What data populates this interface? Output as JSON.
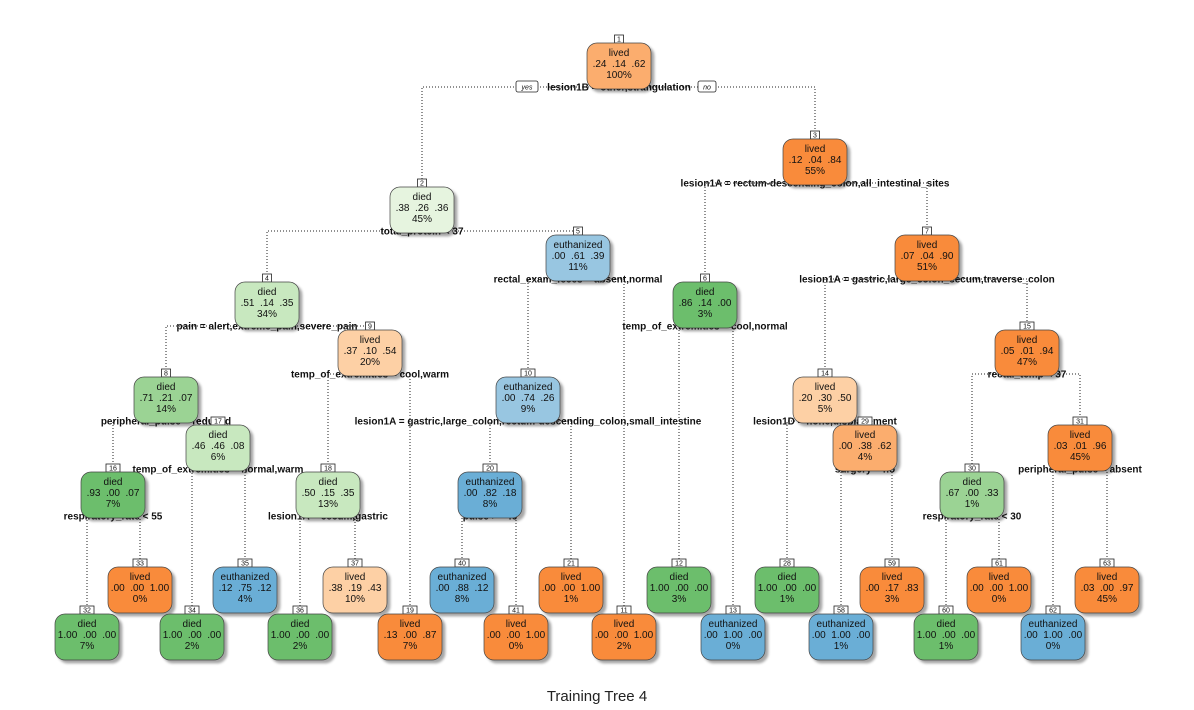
{
  "caption": "Training Tree 4",
  "branch_labels": {
    "yes": "yes",
    "no": "no"
  },
  "colors": {
    "lived_dark": "#f98b3a",
    "lived_mid": "#fbad6e",
    "lived_light": "#fdd0a5",
    "died_dark": "#6cbe6c",
    "died_mid": "#9bd394",
    "died_light": "#c8e8bf",
    "died_pale": "#e6f4df",
    "euth_dark": "#6aaed6",
    "euth_mid": "#98c6e1",
    "euth_light": "#c1dbee"
  },
  "nodes": [
    {
      "id": "1",
      "cls": "lived",
      "probs": ".24  .14  .62",
      "pct": "100%",
      "split": "lesion1B = other,strangulation",
      "fill": "lived_mid"
    },
    {
      "id": "2",
      "cls": "died",
      "probs": ".38  .26  .36",
      "pct": "45%",
      "split": "total_protein < 37",
      "fill": "died_pale"
    },
    {
      "id": "3",
      "cls": "lived",
      "probs": ".12  .04  .84",
      "pct": "55%",
      "split": "lesion1A = rectum-descending_colon,all_intestinal_sites",
      "fill": "lived_dark"
    },
    {
      "id": "4",
      "cls": "died",
      "probs": ".51  .14  .35",
      "pct": "34%",
      "split": "pain = alert,extreme_pain,severe_pain",
      "fill": "died_light"
    },
    {
      "id": "5",
      "cls": "euthanized",
      "probs": ".00  .61  .39",
      "pct": "11%",
      "split": "rectal_exam_feces = absent,normal",
      "fill": "euth_mid"
    },
    {
      "id": "6",
      "cls": "died",
      "probs": ".86  .14  .00",
      "pct": "3%",
      "split": "temp_of_extremities = cool,normal",
      "fill": "died_dark"
    },
    {
      "id": "7",
      "cls": "lived",
      "probs": ".07  .04  .90",
      "pct": "51%",
      "split": "lesion1A = gastric,large_colon_cecum,traverse_colon",
      "fill": "lived_dark"
    },
    {
      "id": "8",
      "cls": "died",
      "probs": ".71  .21  .07",
      "pct": "14%",
      "split": "peripheral_pulse = reduced",
      "fill": "died_mid"
    },
    {
      "id": "9",
      "cls": "lived",
      "probs": ".37  .10  .54",
      "pct": "20%",
      "split": "temp_of_extremities = cool,warm",
      "fill": "lived_light"
    },
    {
      "id": "10",
      "cls": "euthanized",
      "probs": ".00  .74  .26",
      "pct": "9%",
      "split": "lesion1A = gastric,large_colon,rectum-descending_colon,small_intestine",
      "fill": "euth_mid"
    },
    {
      "id": "14",
      "cls": "lived",
      "probs": ".20  .30  .50",
      "pct": "5%",
      "split": "lesion1D = none,displacement",
      "fill": "lived_light"
    },
    {
      "id": "15",
      "cls": "lived",
      "probs": ".05  .01  .94",
      "pct": "47%",
      "split": "rectal_temp < 37",
      "fill": "lived_dark"
    },
    {
      "id": "16",
      "cls": "died",
      "probs": ".93  .00  .07",
      "pct": "7%",
      "split": "respiratory_rate < 55",
      "fill": "died_dark"
    },
    {
      "id": "17",
      "cls": "died",
      "probs": ".46  .46  .08",
      "pct": "6%",
      "split": "temp_of_extremities = normal,warm",
      "fill": "died_light"
    },
    {
      "id": "18",
      "cls": "died",
      "probs": ".50  .15  .35",
      "pct": "13%",
      "split": "lesion1A = cecum,gastric",
      "fill": "died_light"
    },
    {
      "id": "20",
      "cls": "euthanized",
      "probs": ".00  .82  .18",
      "pct": "8%",
      "split": "pulse >= 46",
      "fill": "euth_dark"
    },
    {
      "id": "29",
      "cls": "lived",
      "probs": ".00  .38  .62",
      "pct": "4%",
      "split": "surgery = no",
      "fill": "lived_mid"
    },
    {
      "id": "30",
      "cls": "died",
      "probs": ".67  .00  .33",
      "pct": "1%",
      "split": "respiratory_rate < 30",
      "fill": "died_mid"
    },
    {
      "id": "31",
      "cls": "lived",
      "probs": ".03  .01  .96",
      "pct": "45%",
      "split": "peripheral_pulse = absent",
      "fill": "lived_dark"
    },
    {
      "id": "33",
      "cls": "lived",
      "probs": ".00  .00  1.00",
      "pct": "0%",
      "split": "",
      "fill": "lived_dark"
    },
    {
      "id": "35",
      "cls": "euthanized",
      "probs": ".12  .75  .12",
      "pct": "4%",
      "split": "",
      "fill": "euth_dark"
    },
    {
      "id": "37",
      "cls": "lived",
      "probs": ".38  .19  .43",
      "pct": "10%",
      "split": "",
      "fill": "lived_light"
    },
    {
      "id": "40",
      "cls": "euthanized",
      "probs": ".00  .88  .12",
      "pct": "8%",
      "split": "",
      "fill": "euth_dark"
    },
    {
      "id": "21",
      "cls": "lived",
      "probs": ".00  .00  1.00",
      "pct": "1%",
      "split": "",
      "fill": "lived_dark"
    },
    {
      "id": "12",
      "cls": "died",
      "probs": "1.00  .00  .00",
      "pct": "3%",
      "split": "",
      "fill": "died_dark"
    },
    {
      "id": "28",
      "cls": "died",
      "probs": "1.00  .00  .00",
      "pct": "1%",
      "split": "",
      "fill": "died_dark"
    },
    {
      "id": "59",
      "cls": "lived",
      "probs": ".00  .17  .83",
      "pct": "3%",
      "split": "",
      "fill": "lived_dark"
    },
    {
      "id": "61",
      "cls": "lived",
      "probs": ".00  .00  1.00",
      "pct": "0%",
      "split": "",
      "fill": "lived_dark"
    },
    {
      "id": "63",
      "cls": "lived",
      "probs": ".03  .00  .97",
      "pct": "45%",
      "split": "",
      "fill": "lived_dark"
    },
    {
      "id": "32",
      "cls": "died",
      "probs": "1.00  .00  .00",
      "pct": "7%",
      "split": "",
      "fill": "died_dark"
    },
    {
      "id": "34",
      "cls": "died",
      "probs": "1.00  .00  .00",
      "pct": "2%",
      "split": "",
      "fill": "died_dark"
    },
    {
      "id": "36",
      "cls": "died",
      "probs": "1.00  .00  .00",
      "pct": "2%",
      "split": "",
      "fill": "died_dark"
    },
    {
      "id": "19",
      "cls": "lived",
      "probs": ".13  .00  .87",
      "pct": "7%",
      "split": "",
      "fill": "lived_dark"
    },
    {
      "id": "41",
      "cls": "lived",
      "probs": ".00  .00  1.00",
      "pct": "0%",
      "split": "",
      "fill": "lived_dark"
    },
    {
      "id": "11",
      "cls": "lived",
      "probs": ".00  .00  1.00",
      "pct": "2%",
      "split": "",
      "fill": "lived_dark"
    },
    {
      "id": "13",
      "cls": "euthanized",
      "probs": ".00  1.00  .00",
      "pct": "0%",
      "split": "",
      "fill": "euth_dark"
    },
    {
      "id": "58",
      "cls": "euthanized",
      "probs": ".00  1.00  .00",
      "pct": "1%",
      "split": "",
      "fill": "euth_dark"
    },
    {
      "id": "60",
      "cls": "died",
      "probs": "1.00  .00  .00",
      "pct": "1%",
      "split": "",
      "fill": "died_dark"
    },
    {
      "id": "62",
      "cls": "euthanized",
      "probs": ".00  1.00  .00",
      "pct": "0%",
      "split": "",
      "fill": "euth_dark"
    }
  ],
  "edges": [
    [
      "1",
      "2"
    ],
    [
      "1",
      "3"
    ],
    [
      "2",
      "4"
    ],
    [
      "2",
      "5"
    ],
    [
      "3",
      "6"
    ],
    [
      "3",
      "7"
    ],
    [
      "4",
      "8"
    ],
    [
      "4",
      "9"
    ],
    [
      "5",
      "10"
    ],
    [
      "5",
      "11"
    ],
    [
      "6",
      "12"
    ],
    [
      "6",
      "13"
    ],
    [
      "7",
      "14"
    ],
    [
      "7",
      "15"
    ],
    [
      "8",
      "16"
    ],
    [
      "8",
      "17"
    ],
    [
      "9",
      "18"
    ],
    [
      "9",
      "19"
    ],
    [
      "10",
      "20"
    ],
    [
      "10",
      "21"
    ],
    [
      "14",
      "28"
    ],
    [
      "14",
      "29"
    ],
    [
      "15",
      "30"
    ],
    [
      "15",
      "31"
    ],
    [
      "16",
      "32"
    ],
    [
      "16",
      "33"
    ],
    [
      "17",
      "34"
    ],
    [
      "17",
      "35"
    ],
    [
      "18",
      "36"
    ],
    [
      "18",
      "37"
    ],
    [
      "20",
      "40"
    ],
    [
      "20",
      "41"
    ],
    [
      "29",
      "58"
    ],
    [
      "29",
      "59"
    ],
    [
      "30",
      "60"
    ],
    [
      "30",
      "61"
    ],
    [
      "31",
      "62"
    ],
    [
      "31",
      "63"
    ]
  ]
}
